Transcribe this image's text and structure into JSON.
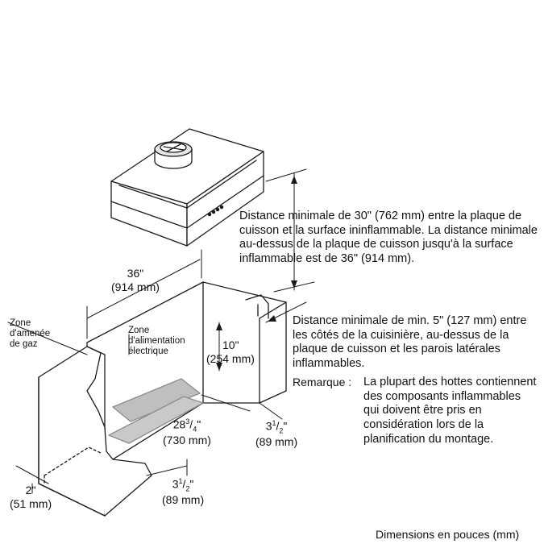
{
  "notes": {
    "hood_clearance": "Distance minimale de 30\" (762 mm) entre la plaque de cuisson et la surface ininflammable. La distance minimale au-dessus de la plaque de cuisson jusqu'à la surface inflammable est de 36\" (914 mm).",
    "side_clearance": "Distance minimale de min. 5\" (127 mm) entre les côtés de la cuisinière, au-dessus de la plaque de cuisson et les parois latérales inflammables.",
    "remark_label": "Remarque :",
    "remark_text": "La plupart des hottes contiennent des composants inflammables qui doivent être pris en considération lors de la planification du montage."
  },
  "zones": {
    "gas": "Zone d'amenée de gaz",
    "electric": "Zone d'alimentation électrique"
  },
  "dimensions": {
    "width_in": "36\"",
    "width_mm": "(914 mm)",
    "height_in": "10\"",
    "height_mm": "(254 mm)",
    "depth_in_whole": "28",
    "depth_in_num": "3",
    "depth_in_den": "4",
    "depth_mm": "(730 mm)",
    "side_in_whole": "3",
    "side_in_num": "1",
    "side_in_den": "2",
    "side_mm": "(89 mm)",
    "bottom_in_whole": "3",
    "bottom_in_num": "1",
    "bottom_in_den": "2",
    "bottom_mm": "(89 mm)",
    "front_in": "2\"",
    "front_mm": "(51 mm)"
  },
  "footer": "Dimensions en pouces (mm)"
}
